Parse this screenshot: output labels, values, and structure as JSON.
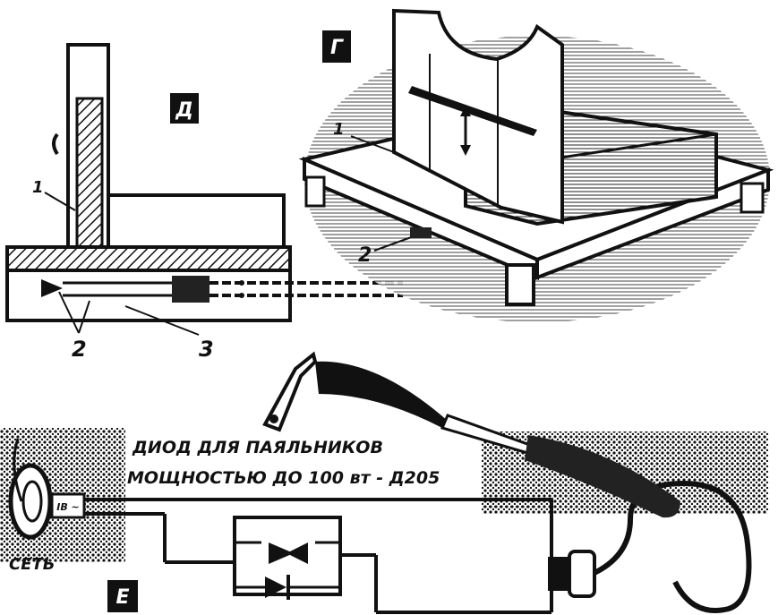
{
  "panel_d": {
    "badge": "Д",
    "callouts": {
      "c1": "1",
      "c2": "2",
      "c3": "3"
    }
  },
  "panel_g": {
    "badge": "Г",
    "callouts": {
      "c1": "1",
      "c2": "2"
    }
  },
  "panel_e": {
    "badge": "Е",
    "caption_line1": "ДИОД ДЛЯ ПАЯЛЬНИКОВ",
    "caption_line2": "МОЩНОСТЬЮ ДО 100 вт - Д205",
    "network_label": "СЕТЬ",
    "plug_marking": "IB ~"
  }
}
